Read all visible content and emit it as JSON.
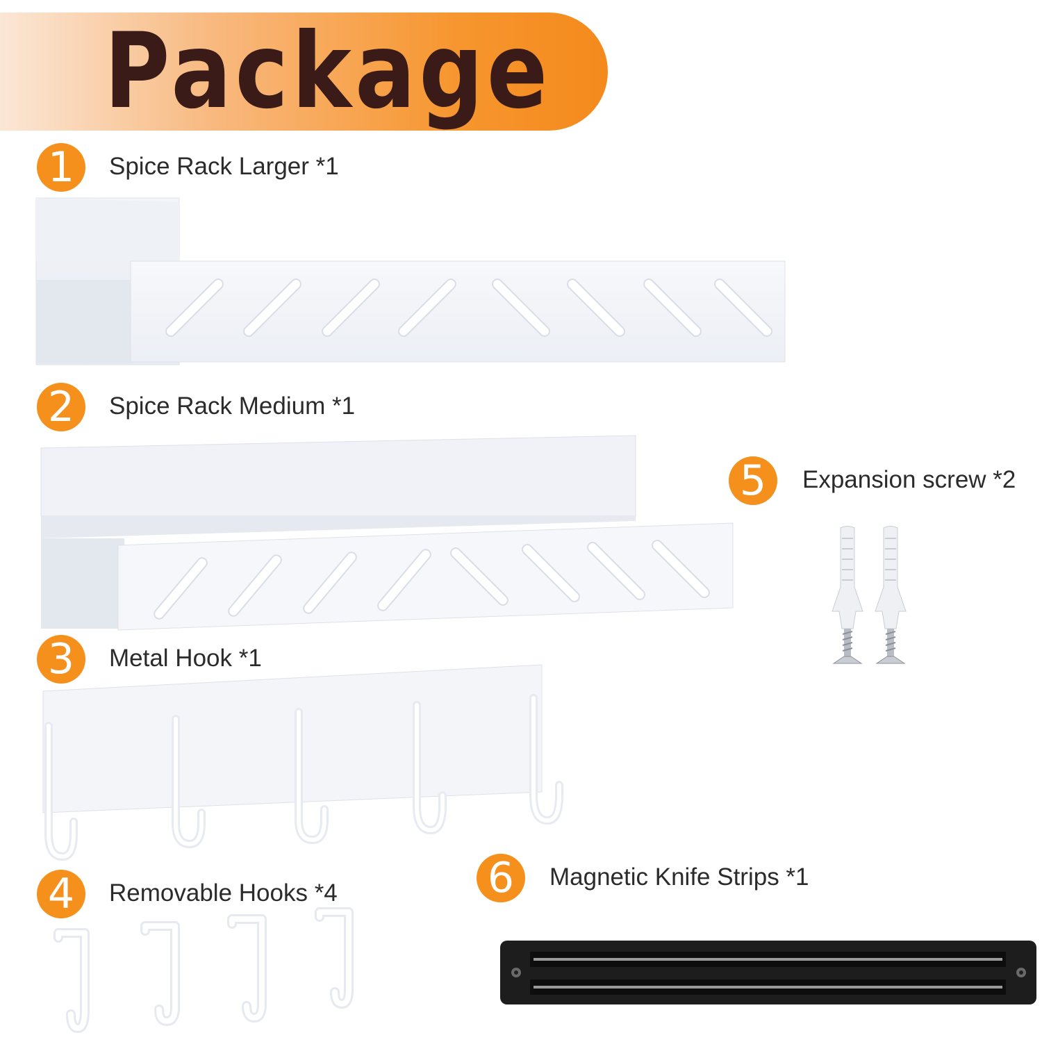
{
  "banner": {
    "title": "Package"
  },
  "items": [
    {
      "number": "1",
      "label": "Spice Rack Larger *1",
      "icon": "spice-rack-large"
    },
    {
      "number": "2",
      "label": "Spice Rack Medium *1",
      "icon": "spice-rack-medium"
    },
    {
      "number": "3",
      "label": "Metal Hook *1",
      "icon": "metal-hook-rail"
    },
    {
      "number": "4",
      "label": "Removable Hooks *4",
      "icon": "removable-hook"
    },
    {
      "number": "5",
      "label": "Expansion screw *2",
      "icon": "expansion-screw"
    },
    {
      "number": "6",
      "label": "Magnetic Knife Strips *1",
      "icon": "magnetic-knife-strip"
    }
  ],
  "colors": {
    "accent": "#f6901c",
    "title_text": "#3a1b17",
    "product_white": "#f4f6fa",
    "strip_black": "#1d1d1d"
  }
}
